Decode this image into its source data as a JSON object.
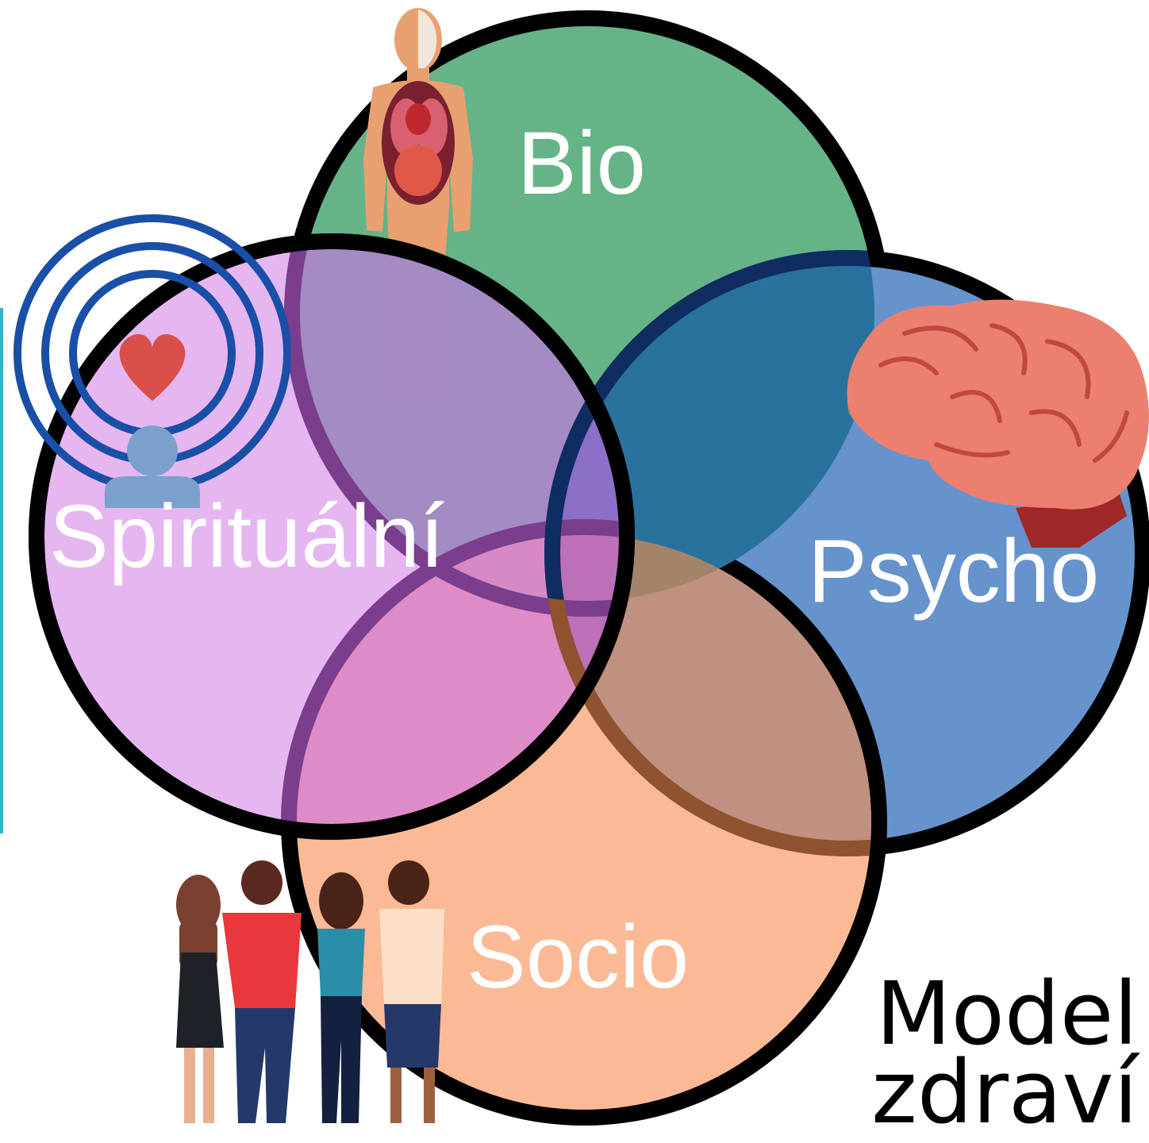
{
  "diagram": {
    "circles": [
      {
        "id": "bio",
        "label": "Bio",
        "fill": "#66b388"
      },
      {
        "id": "psycho",
        "label": "Psycho",
        "fill": "#6693cc"
      },
      {
        "id": "socio",
        "label": "Socio",
        "fill": "#fbba95"
      },
      {
        "id": "spiritual",
        "label": "Spirituální",
        "fill": "#e0a4ee"
      }
    ],
    "title_line1": "Model",
    "title_line2": "zdraví",
    "icons": [
      "human-anatomy-icon",
      "brain-icon",
      "heart-radiating-person-icon",
      "group-of-people-icon"
    ],
    "colors": {
      "outline": "#000000",
      "accent_bar": "#3bb0d0",
      "signal_rings": "#1a4fa8",
      "heart": "#d9504a"
    }
  }
}
